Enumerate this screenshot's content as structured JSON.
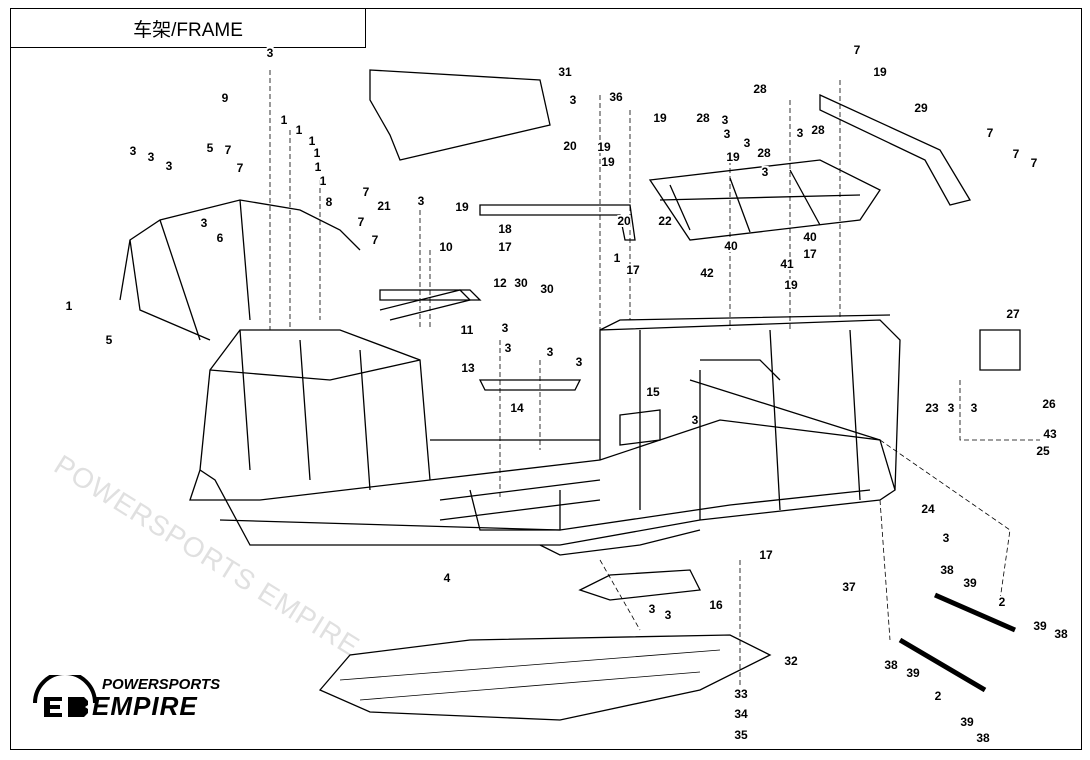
{
  "title": "车架/FRAME",
  "watermark_text": "POWERSPORTS EMPIRE",
  "logo": {
    "line1": "POWERSPORTS",
    "line2": "EMPIRE"
  },
  "callouts": [
    "3",
    "9",
    "31",
    "3",
    "36",
    "7",
    "19",
    "29",
    "28",
    "28",
    "3",
    "3",
    "3",
    "28",
    "19",
    "19",
    "3",
    "28",
    "3",
    "19",
    "19",
    "20",
    "1",
    "1",
    "1",
    "1",
    "1",
    "1",
    "3",
    "3",
    "3",
    "5",
    "7",
    "7",
    "7",
    "8",
    "7",
    "7",
    "21",
    "3",
    "19",
    "18",
    "17",
    "30",
    "30",
    "1",
    "17",
    "20",
    "22",
    "10",
    "6",
    "3",
    "12",
    "11",
    "1",
    "5",
    "13",
    "3",
    "3",
    "3",
    "3",
    "14",
    "15",
    "3",
    "40",
    "40",
    "41",
    "17",
    "42",
    "19",
    "27",
    "26",
    "43",
    "25",
    "23",
    "3",
    "3",
    "7",
    "7",
    "7",
    "24",
    "3",
    "37",
    "17",
    "16",
    "3",
    "3",
    "4",
    "32",
    "38",
    "39",
    "2",
    "39",
    "38",
    "38",
    "39",
    "2",
    "39",
    "38",
    "33",
    "34",
    "35"
  ]
}
